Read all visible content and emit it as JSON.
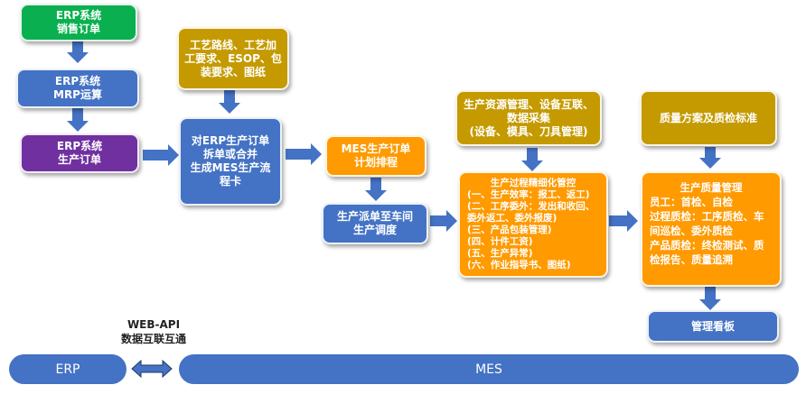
{
  "nodes": {
    "erp_sales": [
      "ERP系统",
      "销售订单"
    ],
    "erp_mrp": [
      "ERP系统",
      "MRP运算"
    ],
    "erp_prod": [
      "ERP系统",
      "生产订单"
    ],
    "process_route": [
      "工艺路线、工艺加",
      "工要求、ESOP、包",
      "装要求、图纸"
    ],
    "split_merge": [
      "对ERP生产订单",
      "拆单或合并",
      "生成MES生产流",
      "程卡"
    ],
    "mes_plan": [
      "MES生产订单",
      "计划排程"
    ],
    "dispatch": [
      "生产派单至车间",
      "生产调度"
    ],
    "resource": [
      "生产资源管理、设备互联、",
      "数据采集",
      "(设备、模具、刀具管理)"
    ],
    "process_control": [
      "生产过程精细化管控",
      "(一、生产效率：报工、返工)",
      "(二、工序委外：发出和收回、",
      "委外返工、委外报废)",
      "(三、产品包装管理)",
      "(四、计件工资)",
      "(五、生产异常)",
      "(六、作业指导书、图纸)"
    ],
    "quality_standard": [
      "质量方案及质检标准"
    ],
    "quality_mgmt": [
      "生产质量管理",
      "员工：首检、自检",
      "过程质检：工序质检、车",
      "间巡检、委外质检",
      "产品质检：终检测试、质",
      "检报告、质量追溯"
    ],
    "kanban": [
      "管理看板"
    ]
  },
  "bottom": {
    "erp": "ERP",
    "mes": "MES",
    "api_line1": "WEB-API",
    "api_line2": "数据互联互通"
  },
  "colors": {
    "green": "#0ab04f",
    "blue": "#4472c4",
    "purple": "#7030a0",
    "gold": "#c49a00",
    "orange": "#ff9a00"
  }
}
